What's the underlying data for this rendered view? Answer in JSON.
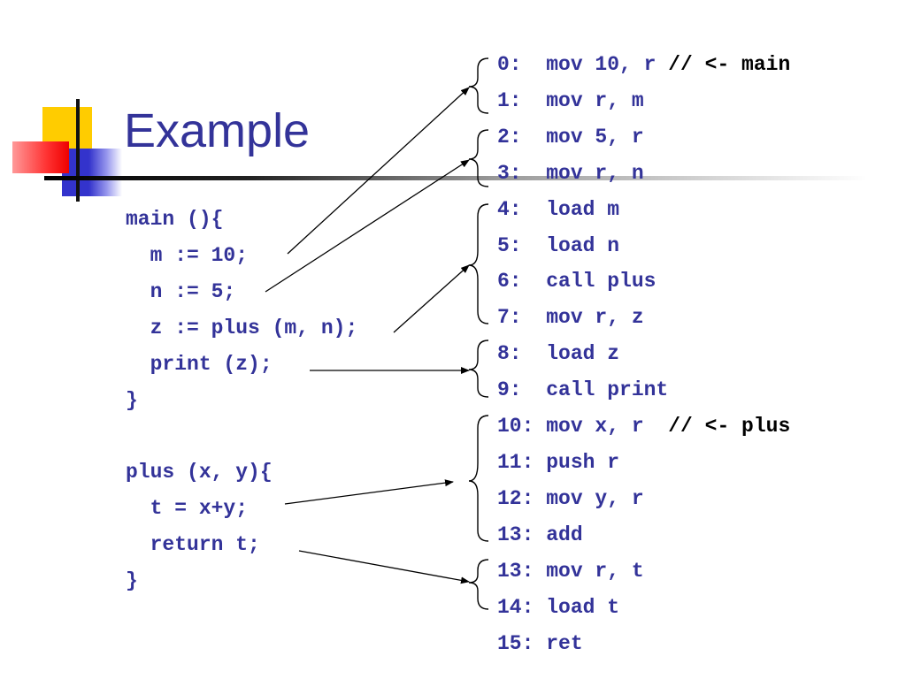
{
  "slide": {
    "title": "Example"
  },
  "source_code": {
    "lines": [
      "main (){",
      "  m := 10;",
      "  n := 5;",
      "  z := plus (m, n);",
      "  print (z);",
      "}",
      "",
      "plus (x, y){",
      "  t = x+y;",
      "  return t;",
      "}"
    ]
  },
  "assembly": {
    "lines": [
      {
        "code": "0:  mov 10, r",
        "comment": " // <- main"
      },
      {
        "code": "1:  mov r, m",
        "comment": ""
      },
      {
        "code": "2:  mov 5, r",
        "comment": ""
      },
      {
        "code": "3:  mov r, n",
        "comment": ""
      },
      {
        "code": "4:  load m",
        "comment": ""
      },
      {
        "code": "5:  load n",
        "comment": ""
      },
      {
        "code": "6:  call plus",
        "comment": ""
      },
      {
        "code": "7:  mov r, z",
        "comment": ""
      },
      {
        "code": "8:  load z",
        "comment": ""
      },
      {
        "code": "9:  call print",
        "comment": ""
      },
      {
        "code": "10: mov x, r",
        "comment": "  // <- plus"
      },
      {
        "code": "11: push r",
        "comment": ""
      },
      {
        "code": "12: mov y, r",
        "comment": ""
      },
      {
        "code": "13: add",
        "comment": ""
      },
      {
        "code": "13: mov r, t",
        "comment": ""
      },
      {
        "code": "14: load t",
        "comment": ""
      },
      {
        "code": "15: ret",
        "comment": ""
      }
    ]
  },
  "colors": {
    "code_text": "#333399",
    "comment_text": "#000000",
    "title_text": "#333399",
    "deco_yellow": "#ffcc00",
    "deco_red": "#ff3333",
    "deco_blue": "#3333cc"
  }
}
